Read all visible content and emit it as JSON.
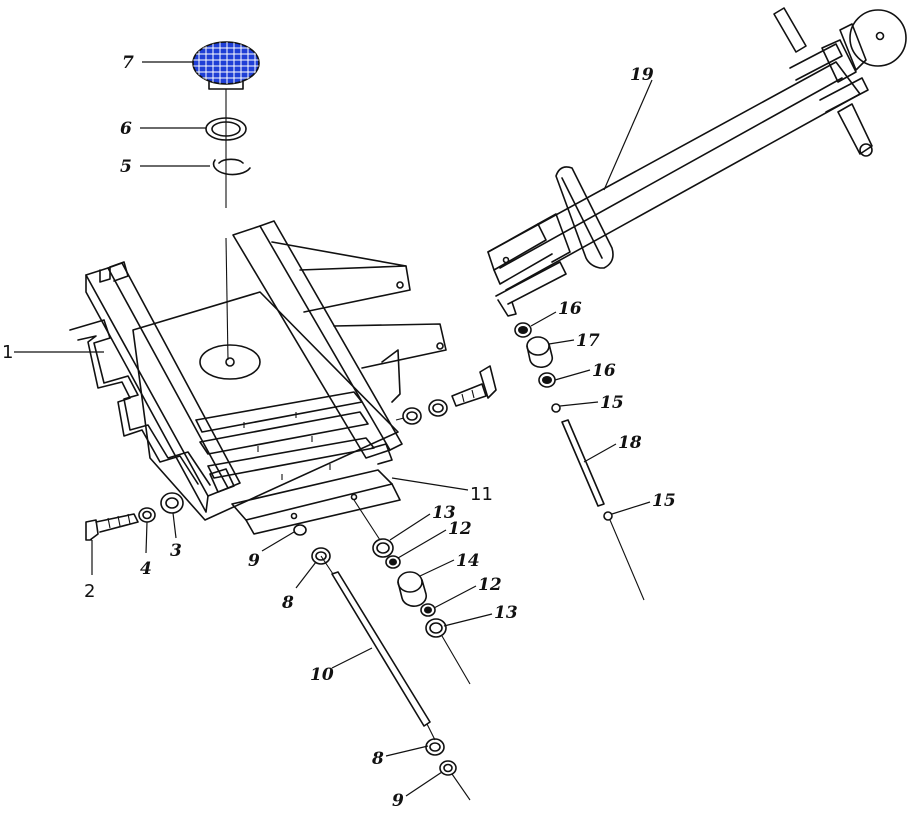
{
  "diagram": {
    "callouts": {
      "c1": "1",
      "c2": "2",
      "c3": "3",
      "c4": "4",
      "c5": "5",
      "c6": "6",
      "c7": "7",
      "c8a": "8",
      "c8b": "8",
      "c9a": "9",
      "c9b": "9",
      "c10": "10",
      "c11": "11",
      "c12a": "12",
      "c12b": "12",
      "c13a": "13",
      "c13b": "13",
      "c14": "14",
      "c15a": "15",
      "c15b": "15",
      "c16a": "16",
      "c16b": "16",
      "c17": "17",
      "c18": "18",
      "c19": "19"
    },
    "colors": {
      "line": "#111111",
      "pad_fill": "#1f3fd6",
      "pad_grid": "#ffffff"
    }
  }
}
